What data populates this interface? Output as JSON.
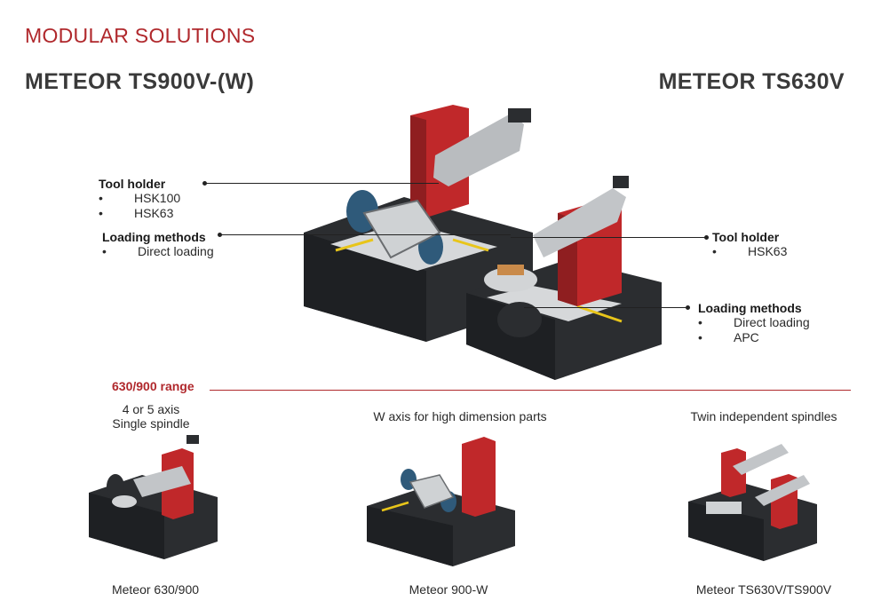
{
  "header": {
    "section_title": "MODULAR SOLUTIONS",
    "left_model": "METEOR TS900V-(W)",
    "right_model": "METEOR TS630V"
  },
  "left_callouts": {
    "tool_holder": {
      "title": "Tool holder",
      "items": [
        "HSK100",
        "HSK63"
      ]
    },
    "loading": {
      "title": "Loading methods",
      "items": [
        "Direct loading"
      ]
    }
  },
  "right_callouts": {
    "tool_holder": {
      "title": "Tool holder",
      "items": [
        "HSK63"
      ]
    },
    "loading": {
      "title": "Loading methods",
      "items": [
        "Direct loading",
        "APC"
      ]
    }
  },
  "range": {
    "title": "630/900 range",
    "variants": [
      {
        "description_lines": [
          "4 or 5 axis",
          "Single spindle"
        ],
        "caption": "Meteor 630/900"
      },
      {
        "description_lines": [
          "W axis for high dimension parts"
        ],
        "caption": "Meteor 900-W"
      },
      {
        "description_lines": [
          "Twin independent spindles"
        ],
        "caption": "Meteor TS630V/TS900V"
      }
    ]
  },
  "colors": {
    "brand_red": "#b0282c",
    "machine_red": "#c0282a",
    "machine_dark": "#2b2d30",
    "machine_blue": "#2f5a7a",
    "stripe_yellow": "#e8c51a"
  }
}
